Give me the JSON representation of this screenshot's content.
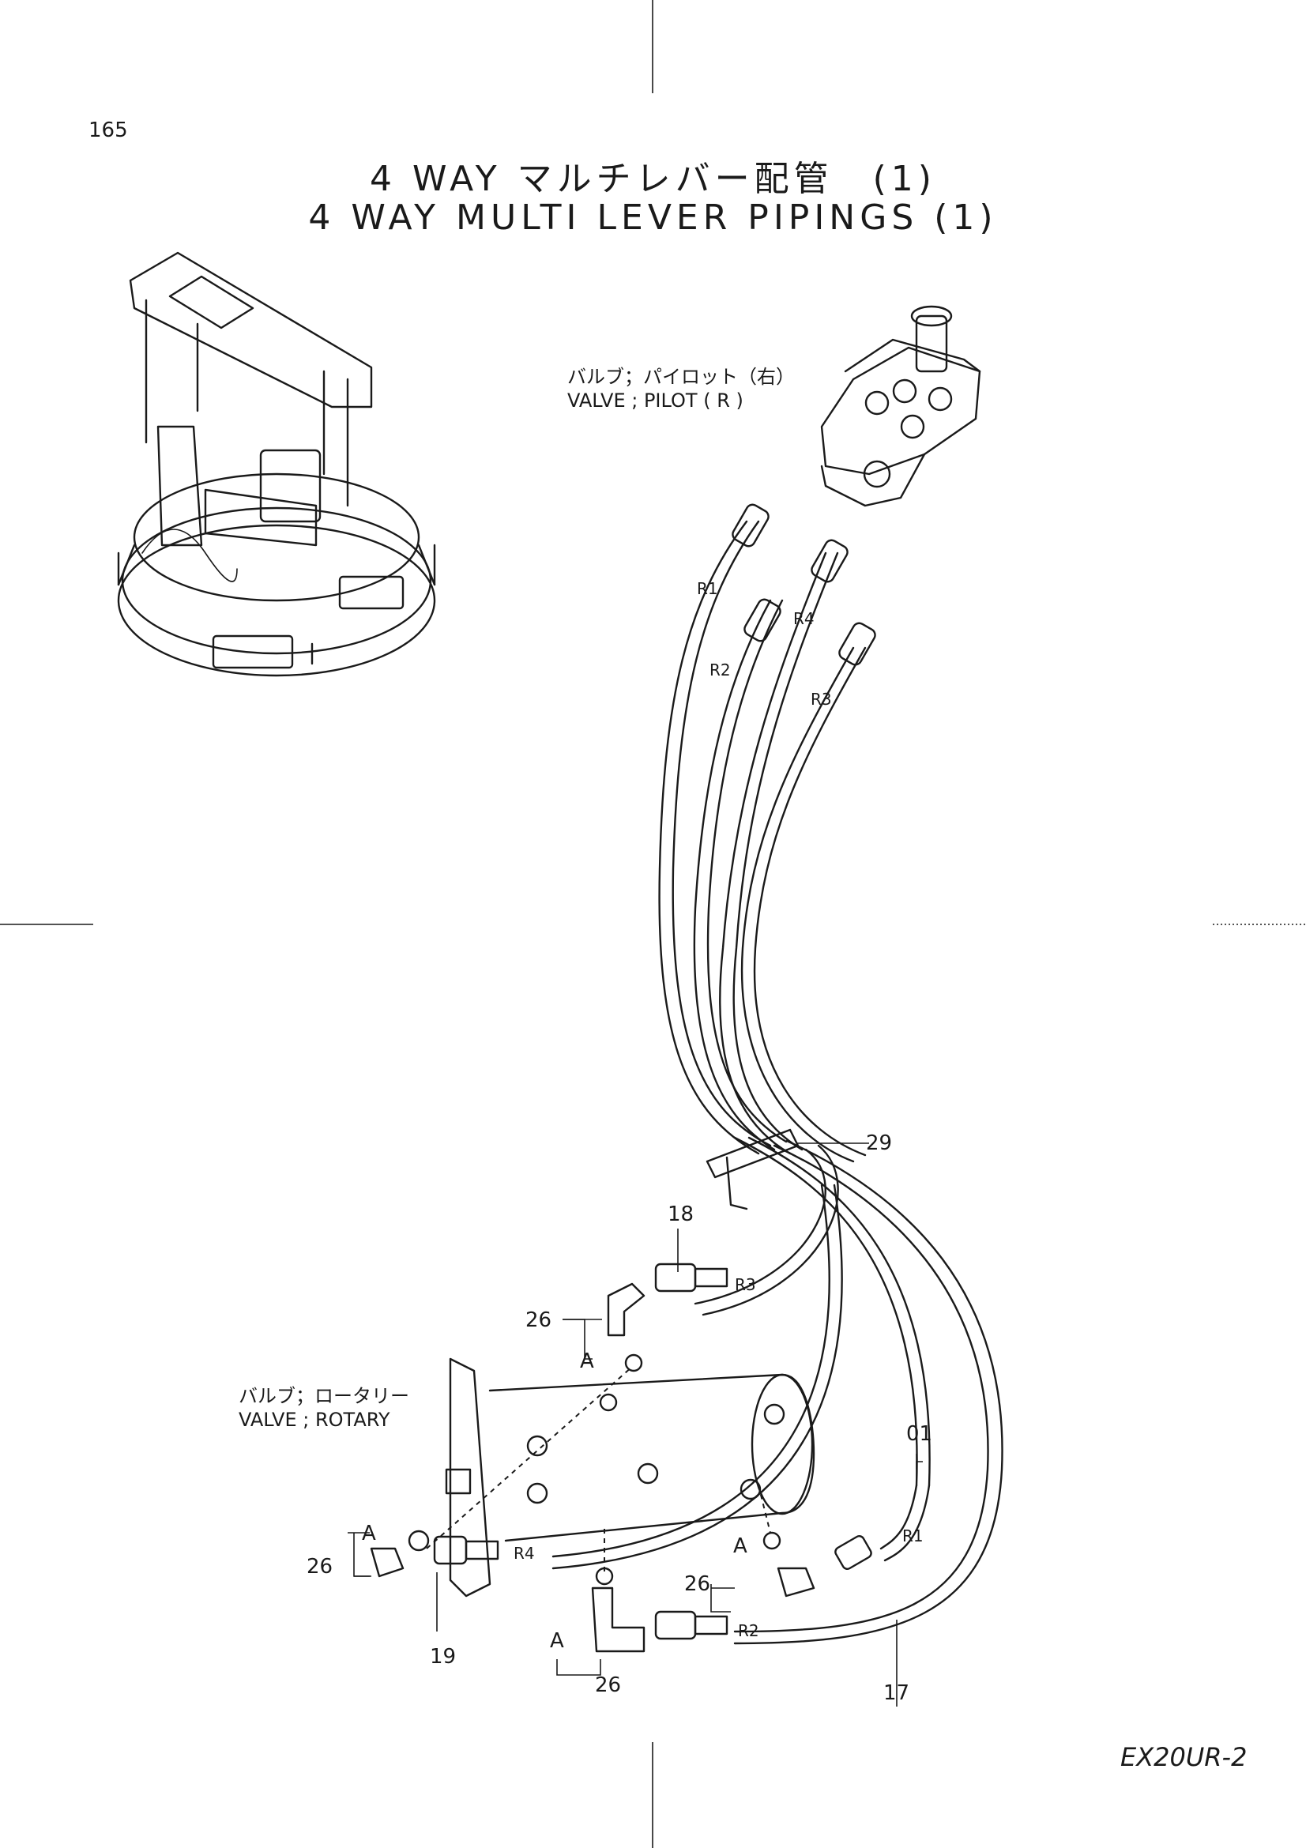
{
  "page": {
    "number": "165",
    "model": "EX20UR-2"
  },
  "title": {
    "japanese": "4 WAY マルチレバー配管　(1)",
    "english": "4 WAY MULTI LEVER PIPINGS (1)"
  },
  "components": {
    "pilot_valve": {
      "jp": "バルブ；パイロット（右）",
      "en": "VALVE ; PILOT ( R )"
    },
    "rotary_valve": {
      "jp": "バルブ；ロータリー",
      "en": "VALVE ; ROTARY"
    }
  },
  "part_numbers": {
    "p29": "29",
    "p18": "18",
    "p26_top": "26",
    "p01": "01",
    "p26_left": "26",
    "p26_right": "26",
    "p19": "19",
    "p26_bottom": "26",
    "p17": "17"
  },
  "port_labels": {
    "r1_top": "R1",
    "r4_top": "R4",
    "r2_top": "R2",
    "r3_top": "R3",
    "r3_mid": "R3",
    "r4_bottom": "R4",
    "r1_bottom": "R1",
    "r2_bottom": "R2"
  },
  "view_markers": {
    "a1": "A",
    "a2": "A",
    "a3": "A",
    "a4": "A"
  }
}
